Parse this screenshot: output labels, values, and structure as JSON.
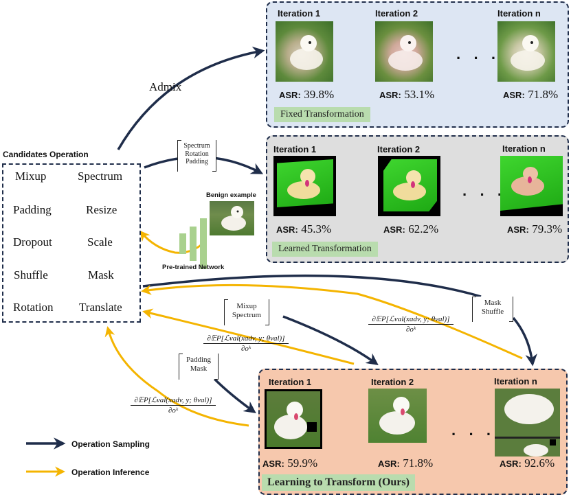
{
  "admix_label": "Admix",
  "candidates": {
    "title": "Candidates Operation",
    "operations": [
      "Mixup",
      "Spectrum",
      "Padding",
      "Resize",
      "Dropout",
      "Scale",
      "Shuffle",
      "Mask",
      "Rotation",
      "Translate"
    ]
  },
  "network": {
    "benign_label": "Benign example",
    "network_label": "Pre-trained Network"
  },
  "brackets": {
    "spectrum_rotation_padding": [
      "Spectrum",
      "Rotation",
      "Padding"
    ],
    "mixup_spectrum": [
      "Mixup",
      "Spectrum"
    ],
    "mask_shuffle": [
      "Mask",
      "Shuffle"
    ],
    "padding_mask": [
      "Padding",
      "Mask"
    ]
  },
  "gradient_expr": {
    "numerator": "∂𝔼P[ℒval(xadv, y; θval)]",
    "denominator": "∂oᵏ"
  },
  "panels": [
    {
      "id": "fixed",
      "bg": "#dde6f3",
      "iterations": [
        {
          "label": "Iteration 1",
          "asr_key": "ASR:",
          "asr_value": "39.8%"
        },
        {
          "label": "Iteration 2",
          "asr_key": "ASR:",
          "asr_value": "53.1%"
        },
        {
          "label": "Iteration n",
          "asr_key": "ASR:",
          "asr_value": "71.8%"
        }
      ],
      "ellipsis": "· · ·",
      "tag": "Fixed Transformation"
    },
    {
      "id": "learned",
      "bg": "#dedede",
      "iterations": [
        {
          "label": "Iteration 1",
          "asr_key": "ASR:",
          "asr_value": "45.3%"
        },
        {
          "label": "Iteration 2",
          "asr_key": "ASR:",
          "asr_value": "62.2%"
        },
        {
          "label": "Iteration n",
          "asr_key": "ASR:",
          "asr_value": "79.3%"
        }
      ],
      "ellipsis": "· · ·",
      "tag": "Learned Transformation"
    },
    {
      "id": "ours",
      "bg": "#f6c8ad",
      "iterations": [
        {
          "label": "Iteration 1",
          "asr_key": "ASR:",
          "asr_value": "59.9%"
        },
        {
          "label": "Iteration 2",
          "asr_key": "ASR:",
          "asr_value": "71.8%"
        },
        {
          "label": "Iteration n",
          "asr_key": "ASR:",
          "asr_value": "92.6%"
        }
      ],
      "ellipsis": "· · ·",
      "tag": "Learning to Transform (Ours)"
    }
  ],
  "legend": {
    "sampling": {
      "label": "Operation Sampling",
      "color": "#1f2d4a"
    },
    "inference": {
      "label": "Operation Inference",
      "color": "#f4b400"
    }
  }
}
